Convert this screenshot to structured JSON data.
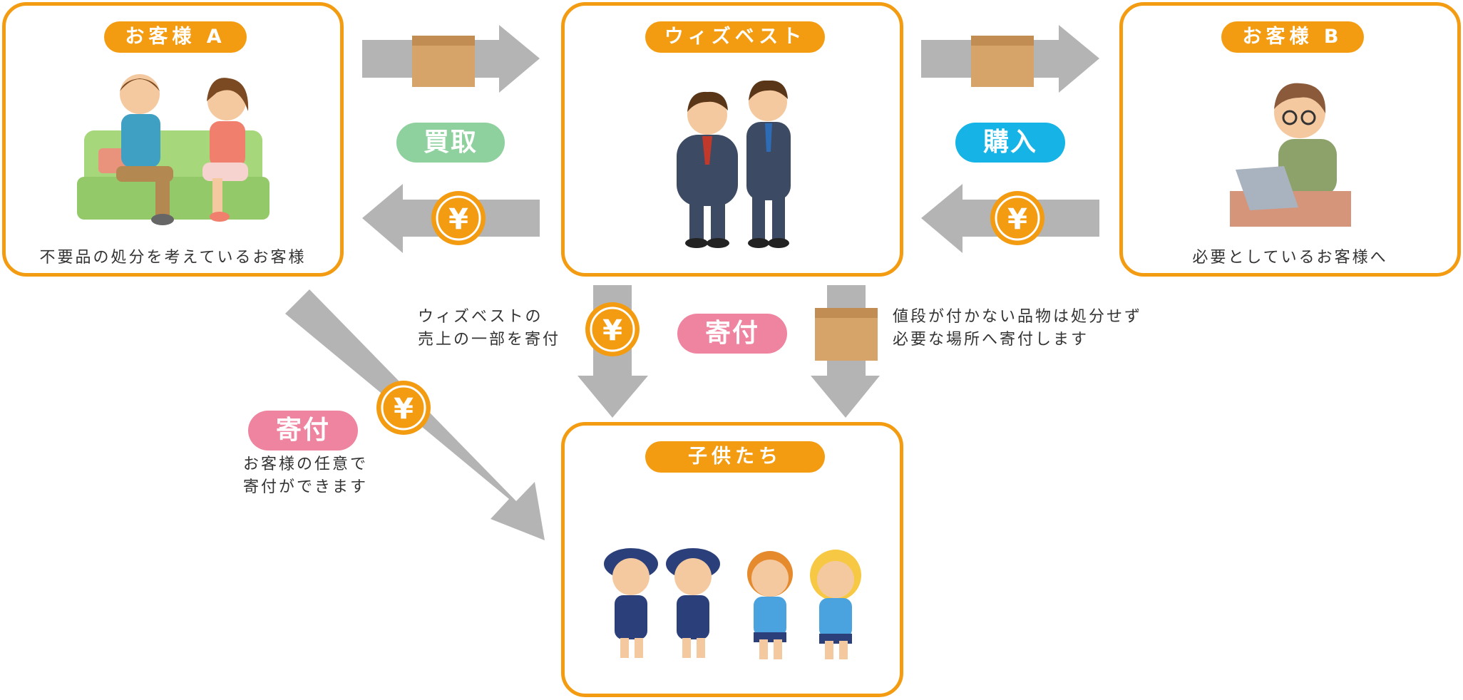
{
  "colors": {
    "accent": "#f39c12",
    "arrow": "#b4b4b4",
    "purchase_badge": "#8fd19e",
    "buy_badge": "#16b4e6",
    "donate_badge": "#ef84a0",
    "box_brown": "#d6a468"
  },
  "customer_a": {
    "title": "お客様 A",
    "caption": "不要品の処分を考えているお客様"
  },
  "wisbest": {
    "title": "ウィズベスト"
  },
  "customer_b": {
    "title": "お客様 B",
    "caption": "必要としているお客様へ"
  },
  "children": {
    "title": "子供たち"
  },
  "badges": {
    "purchase": "買取",
    "buy": "購入",
    "donate_center": "寄付",
    "donate_left": "寄付"
  },
  "notes": {
    "sales_donation": [
      "ウィズベストの",
      "売上の一部を寄付"
    ],
    "item_donation": [
      "値段が付かない品物は処分せず",
      "必要な場所へ寄付します"
    ],
    "customer_donation": [
      "お客様の任意で",
      "寄付ができます"
    ]
  },
  "icons": {
    "yen": "¥",
    "box": "cardboard-box-icon"
  }
}
